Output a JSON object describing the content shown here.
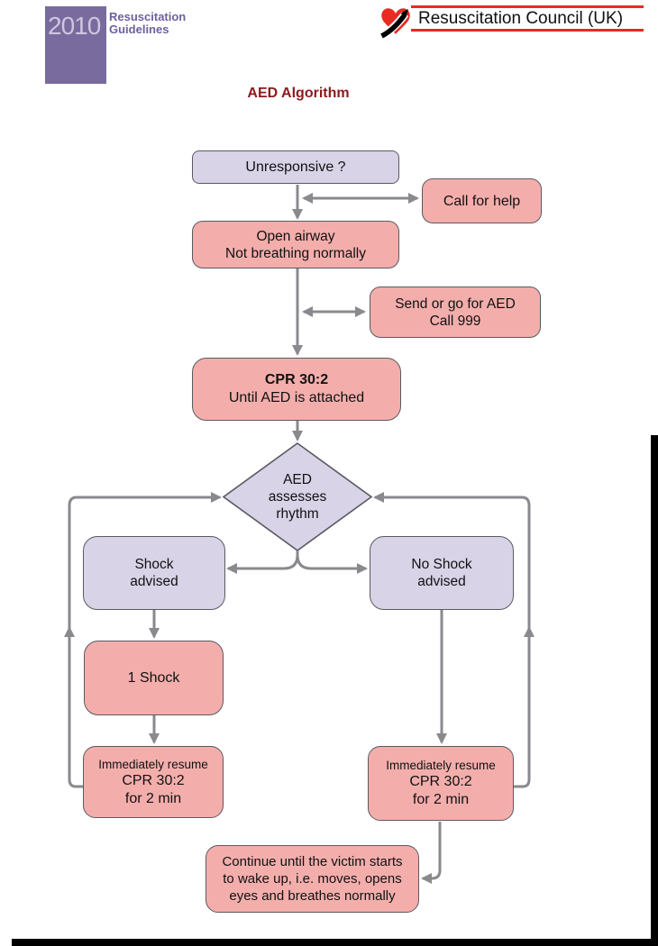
{
  "header": {
    "year": "2010",
    "badge_line1": "Resuscitation",
    "badge_line2": "Guidelines",
    "org_name": "Resuscitation Council (UK)"
  },
  "title": "AED Algorithm",
  "nodes": {
    "unresponsive": {
      "label": "Unresponsive ?"
    },
    "call_for_help": {
      "label": "Call for help"
    },
    "open_airway": {
      "line1": "Open airway",
      "line2": "Not breathing normally"
    },
    "send_for_aed": {
      "line1": "Send or go for AED",
      "line2": "Call 999"
    },
    "cpr_until_aed": {
      "line1": "CPR 30:2",
      "line2": "Until AED is attached"
    },
    "aed_assesses": {
      "line1": "AED",
      "line2": "assesses",
      "line3": "rhythm"
    },
    "shock_advised": {
      "line1": "Shock",
      "line2": "advised"
    },
    "no_shock_advised": {
      "line1": "No Shock",
      "line2": "advised"
    },
    "one_shock": {
      "label": "1 Shock"
    },
    "resume_cpr_left": {
      "line1": "Immediately resume",
      "line2": "CPR 30:2",
      "line3": "for 2 min"
    },
    "resume_cpr_right": {
      "line1": "Immediately resume",
      "line2": "CPR 30:2",
      "line3": "for 2 min"
    },
    "continue_until": {
      "line1": "Continue until the victim starts",
      "line2": "to wake up, i.e. moves, opens",
      "line3": "eyes and breathes normally"
    }
  },
  "colors": {
    "pink": "#f3aeac",
    "lavender": "#d8d3e7",
    "box-border": "#5a5a60",
    "arrow": "#8a898d",
    "title-red": "#8e191d",
    "brand-red": "#e92a23",
    "badge-purple": "#7a6b9e",
    "badge-year": "#cdc6e0",
    "badge-text": "#6e5f9e",
    "page-edge": "#000000"
  }
}
